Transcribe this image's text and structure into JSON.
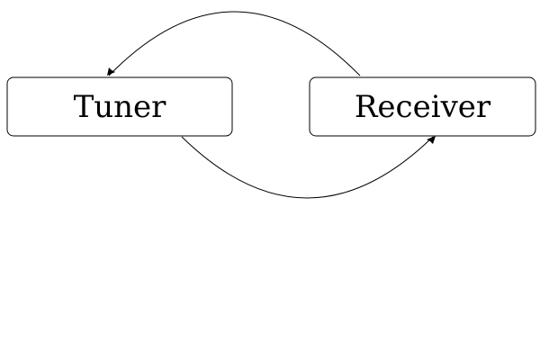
{
  "diagram": {
    "nodes": [
      {
        "id": "tuner",
        "label": "Tuner"
      },
      {
        "id": "receiver",
        "label": "Receiver"
      }
    ],
    "edges": [
      {
        "from": "receiver",
        "to": "tuner"
      },
      {
        "from": "tuner",
        "to": "receiver"
      }
    ],
    "colors": {
      "stroke": "#000000",
      "fill": "#ffffff"
    }
  }
}
